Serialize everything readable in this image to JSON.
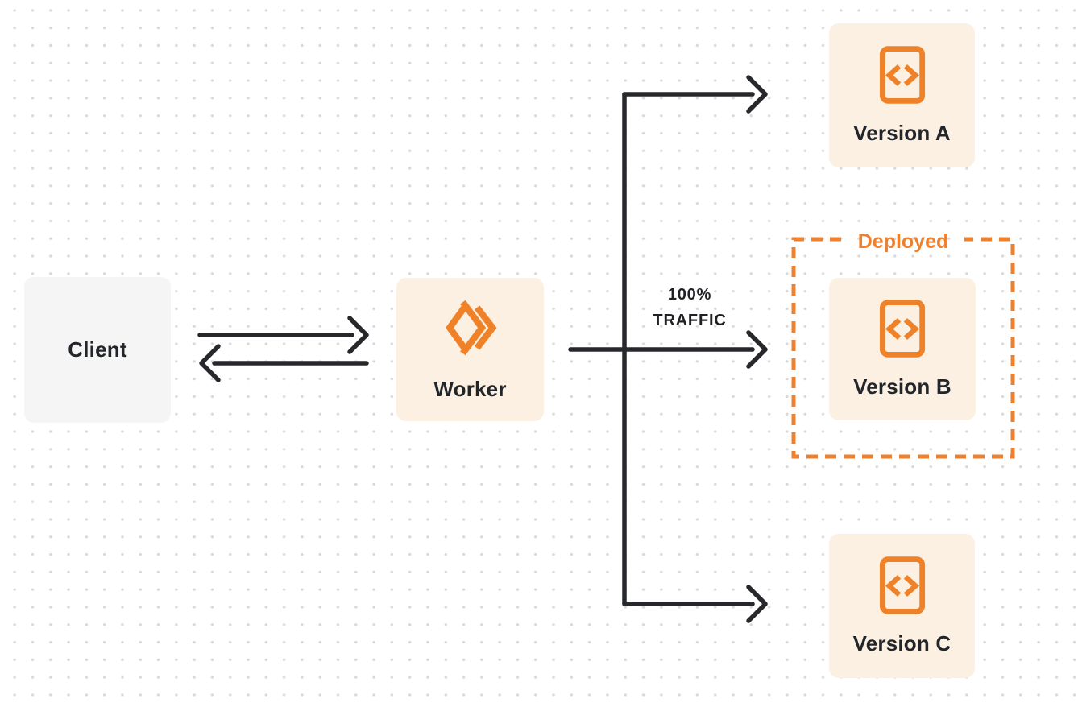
{
  "nodes": {
    "client": {
      "label": "Client"
    },
    "worker": {
      "label": "Worker"
    },
    "versions": [
      {
        "label": "Version A"
      },
      {
        "label": "Version B"
      },
      {
        "label": "Version C"
      }
    ]
  },
  "annotations": {
    "deployed": {
      "label": "Deployed"
    },
    "traffic": {
      "line1": "100%",
      "line2": "TRAFFIC"
    }
  },
  "icons": {
    "worker_icon": "cloudflare-workers-logo-icon",
    "version_icon": "code-file-icon"
  },
  "colors": {
    "accent_orange": "#EE8130",
    "node_cream": "#FBF0E1",
    "node_gray": "#F5F5F6",
    "arrow_dark": "#26282C",
    "text_dark": "#22262B",
    "dot_grid": "#D9D9D9"
  }
}
